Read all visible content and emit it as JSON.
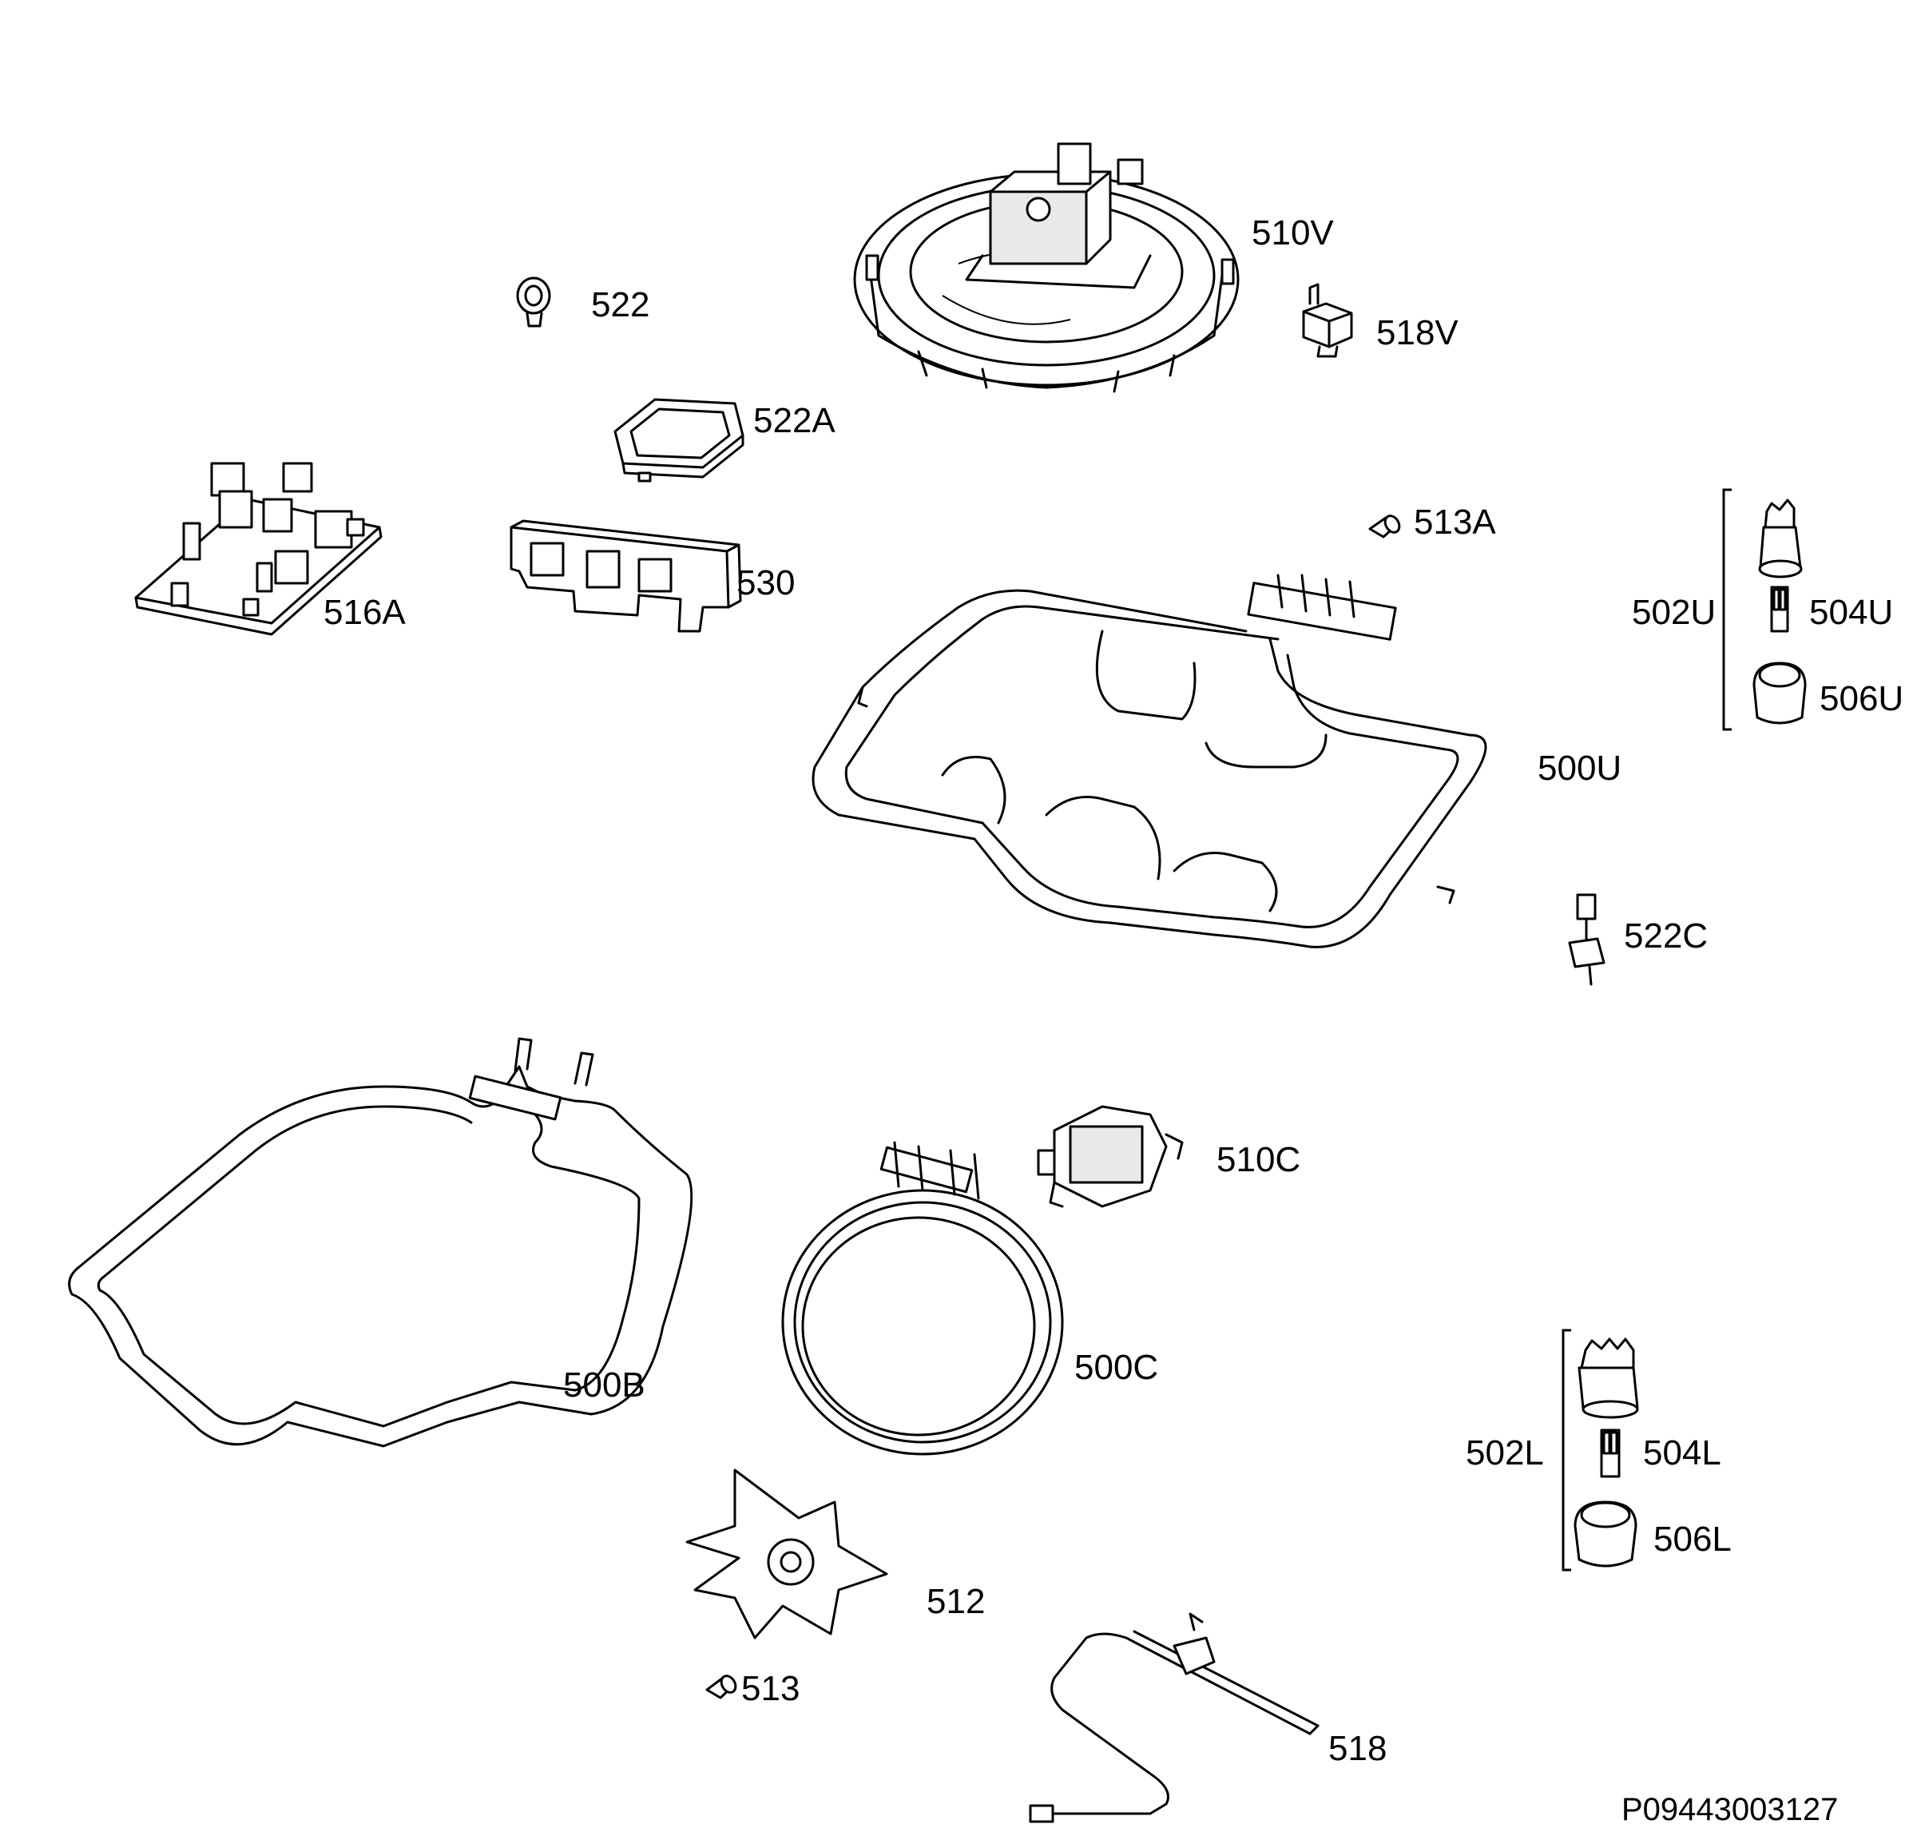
{
  "diagram": {
    "labels": {
      "l510V": "510V",
      "l522": "522",
      "l518V": "518V",
      "l522A": "522A",
      "l516A": "516A",
      "l530": "530",
      "l513A": "513A",
      "l502U": "502U",
      "l504U": "504U",
      "l506U": "506U",
      "l500U": "500U",
      "l522C": "522C",
      "l510C": "510C",
      "l500B": "500B",
      "l500C": "500C",
      "l502L": "502L",
      "l504L": "504L",
      "l506L": "506L",
      "l512": "512",
      "l513": "513",
      "l518": "518"
    },
    "drawing_code": "P09443003127"
  }
}
